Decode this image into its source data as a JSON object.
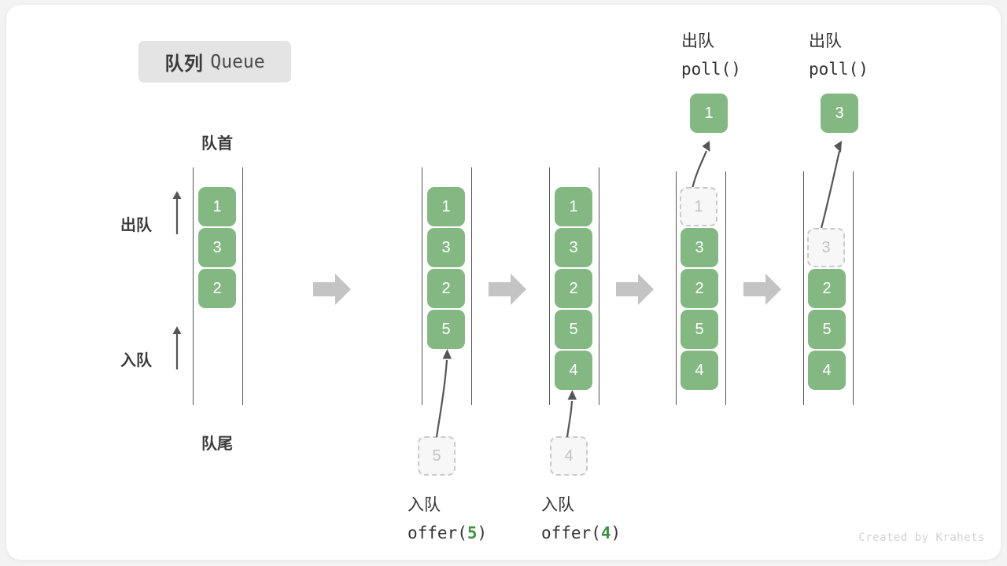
{
  "title": {
    "cn": "队列",
    "en": "Queue"
  },
  "colors": {
    "cell_fill": "#84b883",
    "cell_text": "#ffffff",
    "ghost_fill": "#f7f7f7",
    "ghost_border": "#c9c9c9",
    "ghost_text": "#c2c2c2",
    "rail": "#555555",
    "step_arrow": "#c4c4c4",
    "curve_arrow": "#555555",
    "badge_bg": "#e4e4e4",
    "highlight_green": "#3f9142",
    "watermark": "#d2d2d2"
  },
  "annotations": {
    "front_label": "队首",
    "rear_label": "队尾",
    "dequeue_label": "出队",
    "enqueue_label": "入队"
  },
  "columns": [
    {
      "id": "initial",
      "cells": [
        {
          "value": "1",
          "state": "filled"
        },
        {
          "value": "3",
          "state": "filled"
        },
        {
          "value": "2",
          "state": "filled"
        }
      ],
      "pending": null,
      "popped": null,
      "caption": null
    },
    {
      "id": "offer-5",
      "cells": [
        {
          "value": "1",
          "state": "filled"
        },
        {
          "value": "3",
          "state": "filled"
        },
        {
          "value": "2",
          "state": "filled"
        },
        {
          "value": "5",
          "state": "filled"
        }
      ],
      "pending": {
        "value": "5"
      },
      "popped": null,
      "caption": {
        "cn": "入队",
        "code_pre": "offer(",
        "code_arg": "5",
        "code_post": ")"
      }
    },
    {
      "id": "offer-4",
      "cells": [
        {
          "value": "1",
          "state": "filled"
        },
        {
          "value": "3",
          "state": "filled"
        },
        {
          "value": "2",
          "state": "filled"
        },
        {
          "value": "5",
          "state": "filled"
        },
        {
          "value": "4",
          "state": "filled"
        }
      ],
      "pending": {
        "value": "4"
      },
      "popped": null,
      "caption": {
        "cn": "入队",
        "code_pre": "offer(",
        "code_arg": "4",
        "code_post": ")"
      }
    },
    {
      "id": "poll-1",
      "cells": [
        {
          "value": "1",
          "state": "ghost"
        },
        {
          "value": "3",
          "state": "filled"
        },
        {
          "value": "2",
          "state": "filled"
        },
        {
          "value": "5",
          "state": "filled"
        },
        {
          "value": "4",
          "state": "filled"
        }
      ],
      "pending": null,
      "popped": {
        "value": "1"
      },
      "caption": {
        "cn": "出队",
        "code_pre": "poll()",
        "code_arg": "",
        "code_post": ""
      }
    },
    {
      "id": "poll-3",
      "cells": [
        {
          "value": "",
          "state": "empty"
        },
        {
          "value": "3",
          "state": "ghost"
        },
        {
          "value": "2",
          "state": "filled"
        },
        {
          "value": "5",
          "state": "filled"
        },
        {
          "value": "4",
          "state": "filled"
        }
      ],
      "pending": null,
      "popped": {
        "value": "3"
      },
      "caption": {
        "cn": "出队",
        "code_pre": "poll()",
        "code_arg": "",
        "code_post": ""
      }
    }
  ],
  "step_arrows": 4,
  "watermark": "Created by Krahets"
}
